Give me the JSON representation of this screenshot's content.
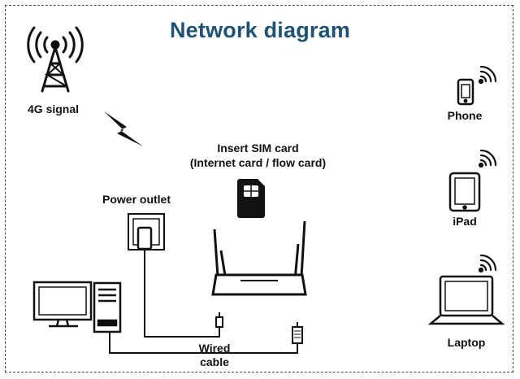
{
  "title": "Network diagram",
  "labels": {
    "signal": "4G signal",
    "sim_line1": "Insert SIM card",
    "sim_line2": "(Internet card / flow card)",
    "power": "Power outlet",
    "wired_line1": "Wired",
    "wired_line2": "cable",
    "phone": "Phone",
    "ipad": "iPad",
    "laptop": "Laptop"
  },
  "colors": {
    "title": "#1f5373",
    "line": "#111111"
  },
  "icons": [
    "cell-tower-icon",
    "lightning-icon",
    "sim-card-icon",
    "router-icon",
    "power-outlet-icon",
    "desktop-computer-icon",
    "phone-icon",
    "tablet-icon",
    "laptop-icon",
    "wifi-icon"
  ]
}
